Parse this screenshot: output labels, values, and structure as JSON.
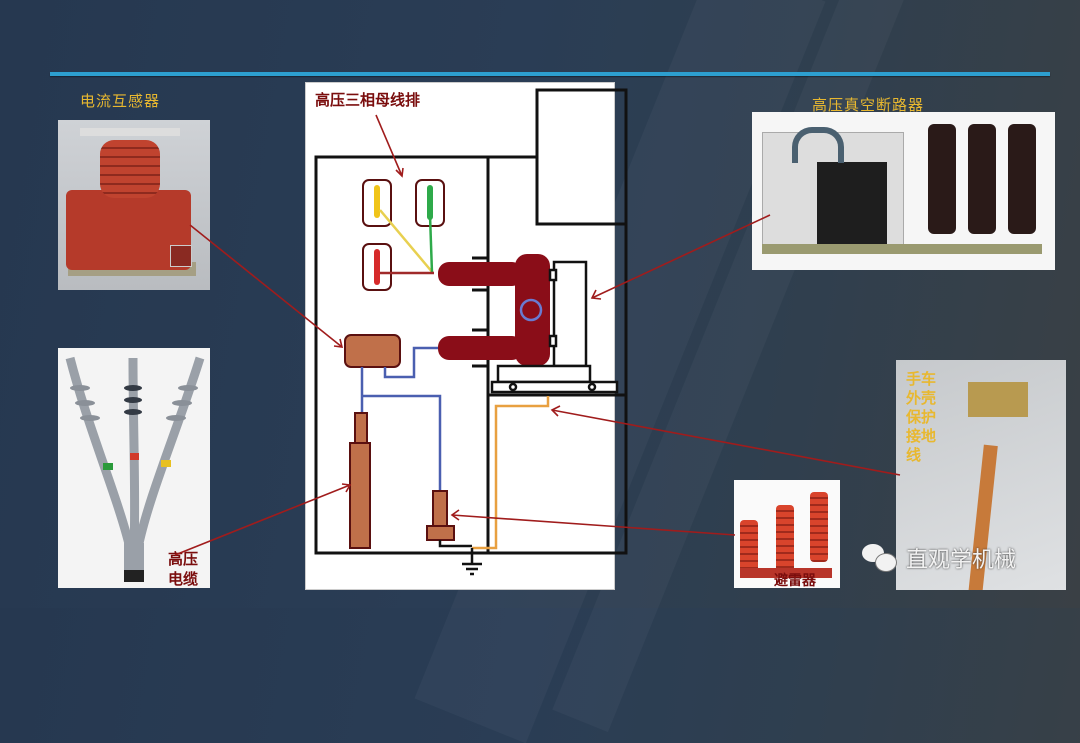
{
  "slide": {
    "accent_color": "#2d9fd0",
    "label_color": "#e8b830",
    "arrow_color": "#a01c1c"
  },
  "labels": {
    "current_transformer": "电流互感器",
    "busbar": "高压三相母线排",
    "vacuum_breaker": "高压真空断路器",
    "cable_line1": "高压",
    "cable_line2": "电缆",
    "surge_arrester": "避雷器",
    "grounding": [
      "手车",
      "外壳",
      "保护",
      "接地",
      "线"
    ]
  },
  "watermark": {
    "icon": "wechat-icon",
    "text": "直观学机械"
  },
  "diagram": {
    "phase_colors": {
      "L1": "#f0c419",
      "L2": "#2eaa4a",
      "L3": "#d62a2a"
    },
    "component_color": "#c0704a",
    "breaker_color": "#8a0d18",
    "wire_blue": "#4a5fb0",
    "wire_orange": "#e8a040"
  }
}
